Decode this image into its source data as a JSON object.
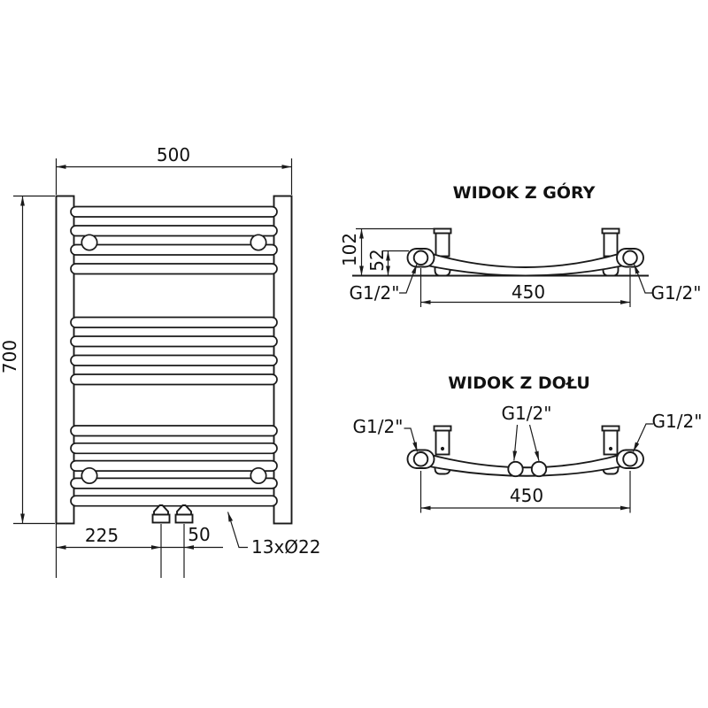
{
  "drawing": {
    "background": "#ffffff",
    "line_color": "#1a1a1a",
    "front_view": {
      "width_dim": "500",
      "height_dim": "700",
      "valve_offset_dim": "225",
      "valve_spacing_dim": "50",
      "rungs_label": "13xØ22",
      "rung_count": 13
    },
    "top_view": {
      "title": "WIDOK Z GÓRY",
      "total_depth_dim": "102",
      "axis_depth_dim": "52",
      "connection_spacing_dim": "450",
      "left_connection_label": "G1/2\"",
      "right_connection_label": "G1/2\""
    },
    "bottom_view": {
      "title": "WIDOK Z DOŁU",
      "connection_spacing_dim": "450",
      "left_connection_label": "G1/2\"",
      "center_connection_label": "G1/2\"",
      "right_connection_label": "G1/2\""
    }
  }
}
